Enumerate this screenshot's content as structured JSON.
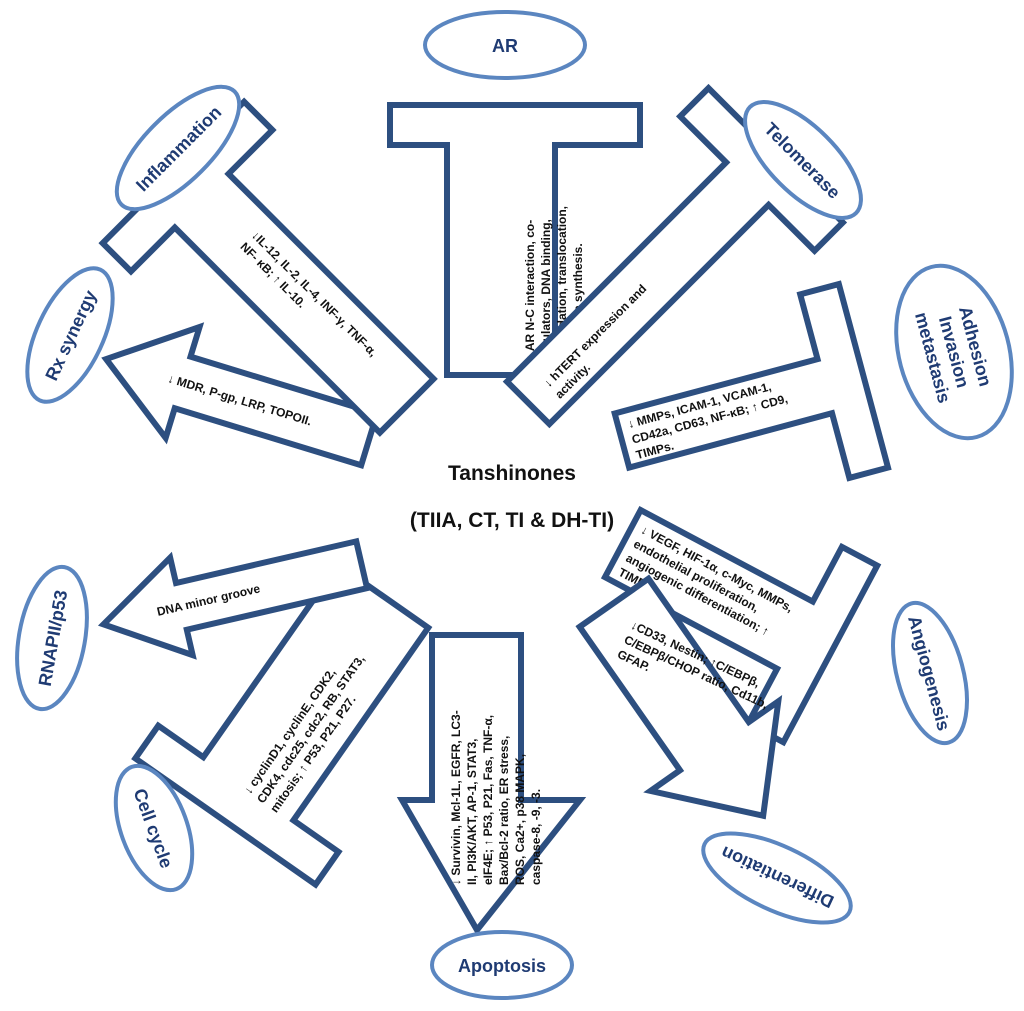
{
  "center": {
    "title": "Tanshinones",
    "subtitle": "(TIIA, CT, TI & DH-TI)"
  },
  "colors": {
    "arrow_stroke": "#2d4f80",
    "oval_stroke": "#5b86c0",
    "oval_text": "#1f3b73"
  },
  "targets": {
    "ar": {
      "label": "AR",
      "effects": [
        "↓ AR N-C interaction, co-",
        "regulators, DNA binding,",
        "degradation, translocation,",
        "androgen synthesis."
      ]
    },
    "telomerase": {
      "label": "Telomerase",
      "effects": [
        "↓ hTERT expression and",
        "activity."
      ]
    },
    "adhesion": {
      "label_lines": [
        "Adhesion",
        "Invasion",
        "metastasis"
      ],
      "effects": [
        "↓ MMPs, ICAM-1, VCAM-1,",
        "CD42a, CD63, NF-κB; ↑ CD9,",
        "TIMPs."
      ]
    },
    "angiogenesis": {
      "label": "Angiogenesis",
      "effects": [
        "↓ VEGF, HIF-1α, c-Myc, MMPs,",
        "endothelial proliferation,",
        "angiogenic differentiation; ↑",
        "TIMPs."
      ]
    },
    "differentiation": {
      "label": "Differentiation",
      "effects": [
        "↓CD33, Nestin; ↑C/EBPβ,",
        "C/EBPβ/CHOP ratio, Cd11b,",
        "GFAP."
      ]
    },
    "apoptosis": {
      "label": "Apoptosis",
      "effects": [
        "↓ Survivin, Mcl-1L, EGFR, LC3-",
        "II, PI3K/AKT, AP-1, STAT3,",
        "eIF4E; ↑ P53, P21, Fas, TNF-α,",
        "Bax/Bcl-2 ratio, ER stress,",
        "ROS, Ca2+, p38 MAPK,",
        "caspase-8, -9, -3."
      ]
    },
    "cell_cycle": {
      "label": "Cell cycle",
      "effects": [
        "↓ cyclinD1, cyclinE, CDK2,",
        "CDK4, cdc25, cdc2, RB, STAT3,",
        "mitosis; ↑ P53, P21, P27."
      ]
    },
    "rnapii": {
      "label": "RNAPII/p53",
      "effects": [
        "DNA minor groove"
      ]
    },
    "rx_synergy": {
      "label": "Rx synergy",
      "effects": [
        "↓ MDR, P-gp, LRP, TOPOII."
      ]
    },
    "inflammation": {
      "label": "Inflammation",
      "effects": [
        "↓IL-12, IL-2, IL-4, INF-γ, TNF-α,",
        "NF- κB; ↑ IL-10."
      ]
    }
  }
}
